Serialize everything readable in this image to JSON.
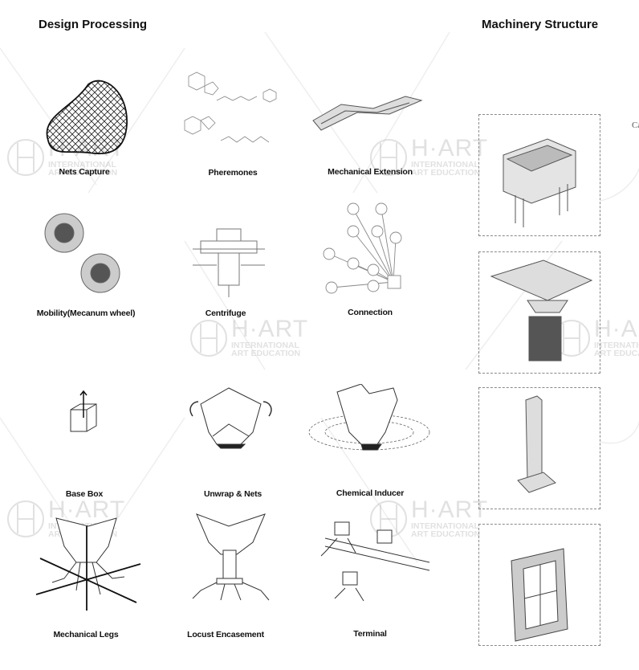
{
  "headers": {
    "left": "Design Processing",
    "right": "Machinery Structure"
  },
  "items": [
    {
      "label": "Nets Capture"
    },
    {
      "label": "Pheremones"
    },
    {
      "label": "Mechanical Extension"
    },
    {
      "label": "Mobility(Mecanum wheel)"
    },
    {
      "label": "Centrifuge"
    },
    {
      "label": "Connection"
    },
    {
      "label": "Base Box"
    },
    {
      "label": "Unwrap & Nets"
    },
    {
      "label": "Chemical Inducer"
    },
    {
      "label": "Mechanical Legs"
    },
    {
      "label": "Locust Encasement"
    },
    {
      "label": "Terminal"
    }
  ],
  "side_text": "Ca",
  "watermark": {
    "brand": "H·ART",
    "line1": "INTERNATIONAL",
    "line2": "ART EDUCATION"
  }
}
